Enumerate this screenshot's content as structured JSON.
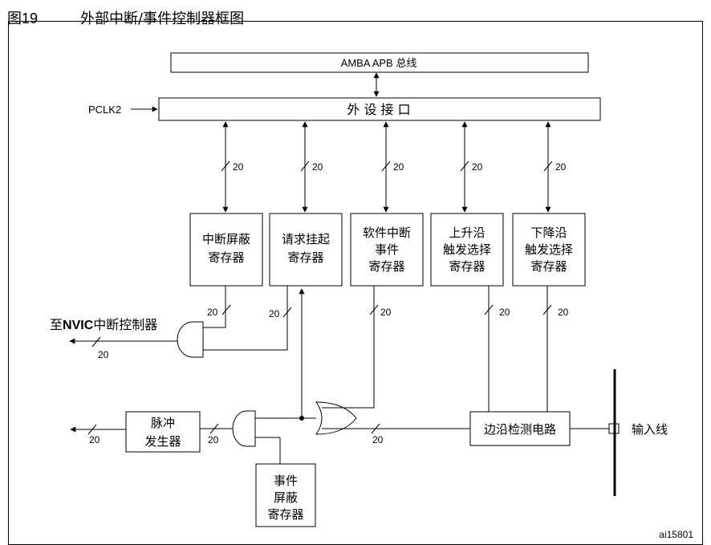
{
  "figure": {
    "number": "图19",
    "title": "外部中断/事件控制器框图",
    "id_label": "ai15801"
  },
  "bus": {
    "label": "AMBA APB 总线"
  },
  "peripheral_interface": {
    "label": "外 设 接 口",
    "clock": "PCLK2"
  },
  "bus_width": "20",
  "registers": [
    {
      "line1": "中断屏蔽",
      "line2": "寄存器",
      "line3": ""
    },
    {
      "line1": "请求挂起",
      "line2": "寄存器",
      "line3": ""
    },
    {
      "line1": "软件中断",
      "line2": "事件",
      "line3": "寄存器"
    },
    {
      "line1": "上升沿",
      "line2": "触发选择",
      "line3": "寄存器"
    },
    {
      "line1": "下降沿",
      "line2": "触发选择",
      "line3": "寄存器"
    }
  ],
  "nvic": {
    "prefix": "至",
    "bold": "NVIC",
    "suffix": "中断控制器"
  },
  "pulse_generator": {
    "line1": "脉冲",
    "line2": "发生器"
  },
  "event_mask": {
    "line1": "事件",
    "line2": "屏蔽",
    "line3": "寄存器"
  },
  "edge_detect": {
    "label": "边沿检测电路"
  },
  "input_line": {
    "label": "输入线"
  }
}
